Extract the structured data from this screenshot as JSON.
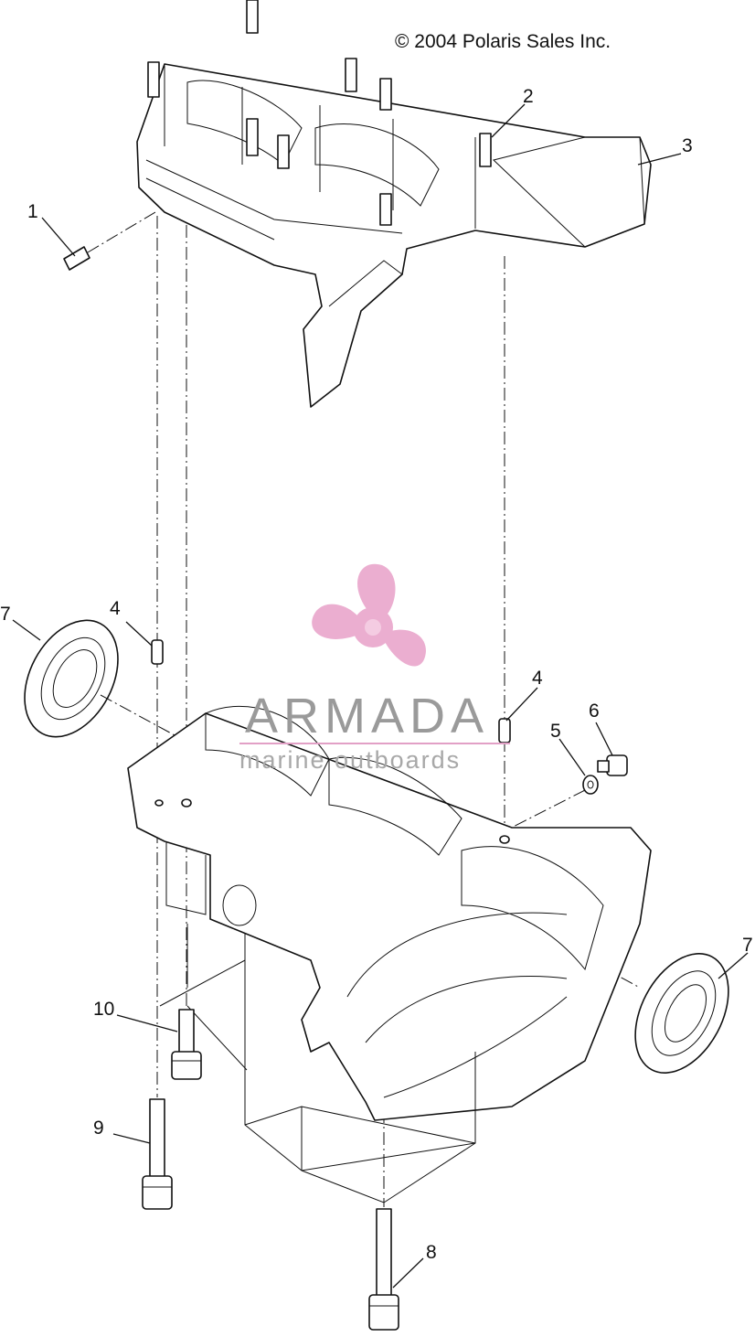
{
  "copyright": "© 2004 Polaris Sales Inc.",
  "callouts": [
    "1",
    "2",
    "3",
    "4",
    "4",
    "5",
    "6",
    "7",
    "7",
    "8",
    "9",
    "10"
  ],
  "watermark": {
    "title": "ARMADA",
    "subtitle": "marine outboards",
    "logo": "propeller-logo-icon",
    "color": "#e8a0c8"
  }
}
